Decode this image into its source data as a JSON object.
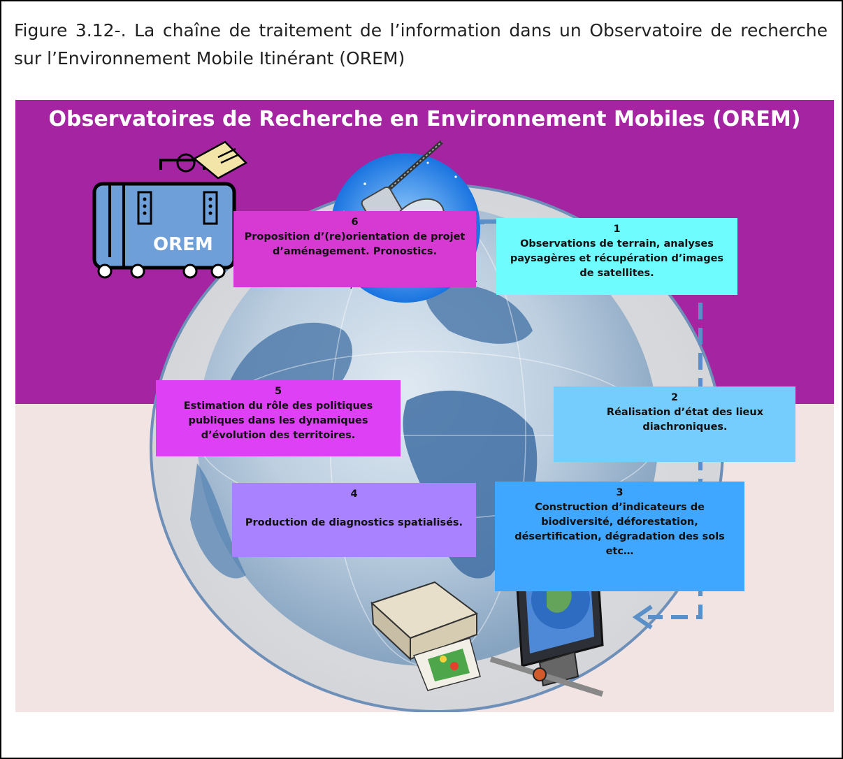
{
  "caption": "Figure 3.12-. La chaîne de traitement de l’information dans un Observatoire de recherche sur l’Environnement Mobile Itinérant (OREM)",
  "banner_title": "Observatoires de Recherche en Environnement Mobiles (OREM)",
  "suitcase_label": "OREM",
  "steps": [
    {
      "num": "1",
      "text": "Observations de terrain, analyses paysagères et récupération d’images de satellites."
    },
    {
      "num": "2",
      "text": "Réalisation d’état des lieux diachroniques."
    },
    {
      "num": "3",
      "text": "Construction d’indicateurs de biodiversité, déforestation, désertification, dégradation des sols etc…"
    },
    {
      "num": "4",
      "text": "Production de diagnostics spatialisés."
    },
    {
      "num": "5",
      "text": "Estimation du rôle des politiques publiques dans les dynamiques d’évolution des territoires."
    },
    {
      "num": "6",
      "text": "Proposition d’(re)orientation de projet d’aménagement. Pronostics."
    }
  ],
  "colors": {
    "banner": "#a524a1",
    "lower_bg": "#f2e4e2",
    "step1": "#6ffcff",
    "step2": "#74cdfd",
    "step3": "#3fa7ff",
    "step4": "#a983ff",
    "step5": "#dd40f5",
    "step6": "#d63ad2",
    "dashed_arrow": "#5b8fc7"
  }
}
